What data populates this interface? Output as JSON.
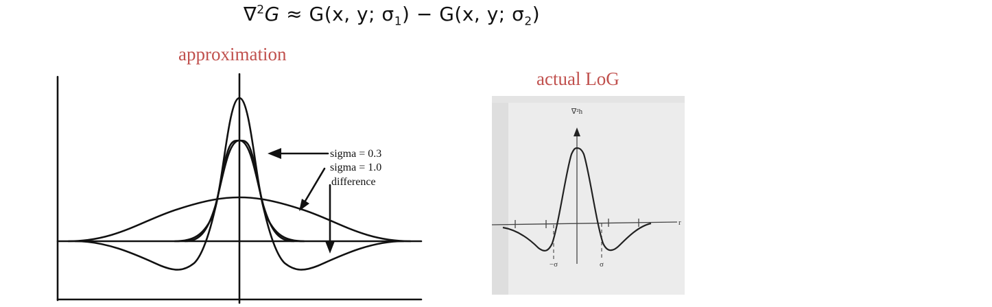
{
  "formula": {
    "lhs_op": "∇",
    "lhs_exp": "2",
    "lhs_var": "G",
    "approx": " ≈ ",
    "term1": "G(x, y; σ",
    "term1_sub": "1",
    "close": ")",
    "minus": " − ",
    "term2": "G(x, y; σ",
    "term2_sub": "2"
  },
  "captions": {
    "left": "approximation",
    "right": "actual LoG"
  },
  "left_plot": {
    "legend": [
      "sigma = 0.3",
      "sigma = 1.0",
      "difference"
    ],
    "stroke": "#111111"
  },
  "right_plot": {
    "y_label": "∇²h",
    "x_label": "r",
    "neg_sigma": "−σ",
    "pos_sigma": "σ",
    "background": "#ececec"
  },
  "colors": {
    "caption": "#c0504d"
  }
}
